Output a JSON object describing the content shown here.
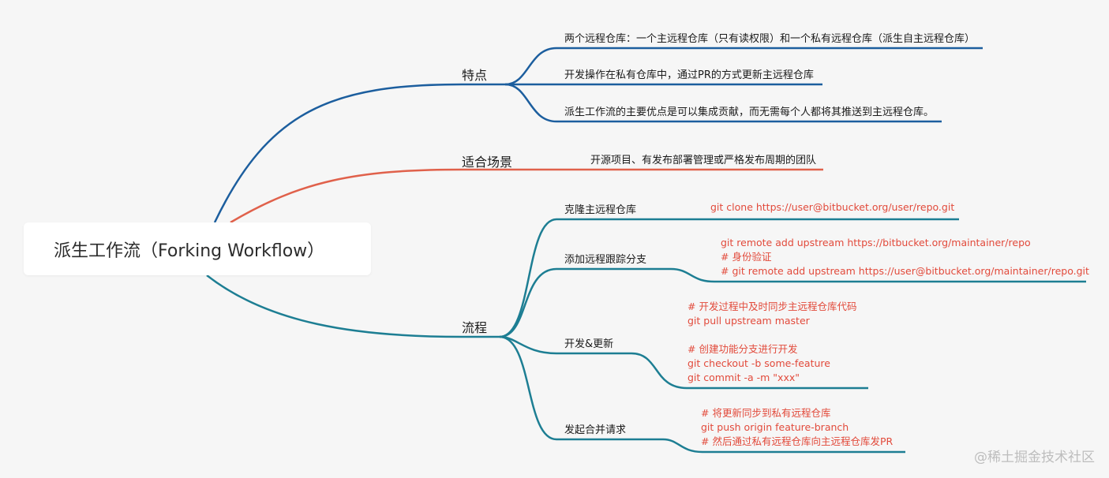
{
  "root": {
    "title": "派生工作流（Forking Workflow）"
  },
  "colors": {
    "features": "#1c5e9e",
    "scenarios": "#e0614b",
    "process": "#1d7e93",
    "code": "#e24a3b"
  },
  "branches": {
    "features": {
      "label": "特点",
      "items": [
        "两个远程仓库：一个主远程仓库（只有读权限）和一个私有远程仓库（派生自主远程仓库）",
        "开发操作在私有仓库中，通过PR的方式更新主远程仓库",
        "派生工作流的主要优点是可以集成贡献，而无需每个人都将其推送到主远程仓库。"
      ]
    },
    "scenarios": {
      "label": "适合场景",
      "items": [
        "开源项目、有发布部署管理或严格发布周期的团队"
      ]
    },
    "process": {
      "label": "流程",
      "steps": [
        {
          "label": "克隆主远程仓库",
          "code": [
            "git clone https://user@bitbucket.org/user/repo.git"
          ]
        },
        {
          "label": "添加远程跟踪分支",
          "code": [
            "git remote add upstream https://bitbucket.org/maintainer/repo",
            "# 身份验证",
            "# git remote add upstream https://user@bitbucket.org/maintainer/repo.git"
          ]
        },
        {
          "label": "开发&更新",
          "code": [
            "# 开发过程中及时同步主远程仓库代码",
            "git pull upstream master",
            "",
            "# 创建功能分支进行开发",
            "git checkout -b some-feature",
            "git commit -a -m \"xxx\""
          ]
        },
        {
          "label": "发起合并请求",
          "code": [
            "# 将更新同步到私有远程仓库",
            "git push origin feature-branch",
            "# 然后通过私有远程仓库向主远程仓库发PR"
          ]
        }
      ]
    }
  },
  "watermark": "@稀土掘金技术社区"
}
